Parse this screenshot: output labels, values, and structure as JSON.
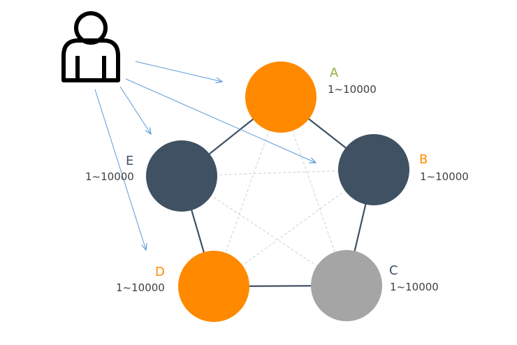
{
  "colors": {
    "orange": "#FF8A00",
    "slate": "#3F5163",
    "gray": "#A5A5A5",
    "green": "#8CB23A",
    "edge": "#3F5163",
    "dashed": "#CFCFCF",
    "arrow": "#5B9BD5"
  },
  "icon": "user-icon",
  "nodes": [
    {
      "id": "A",
      "range": "1~10000",
      "fill": "orange",
      "label_color": "green"
    },
    {
      "id": "B",
      "range": "1~10000",
      "fill": "slate",
      "label_color": "orange"
    },
    {
      "id": "C",
      "range": "1~10000",
      "fill": "gray",
      "label_color": "slate"
    },
    {
      "id": "D",
      "range": "1~10000",
      "fill": "orange",
      "label_color": "orange"
    },
    {
      "id": "E",
      "range": "1~10000",
      "fill": "slate",
      "label_color": "slate"
    }
  ],
  "ring_edges": [
    [
      "A",
      "B"
    ],
    [
      "B",
      "C"
    ],
    [
      "C",
      "D"
    ],
    [
      "D",
      "E"
    ],
    [
      "E",
      "A"
    ]
  ],
  "chord_edges": [
    [
      "A",
      "C"
    ],
    [
      "A",
      "D"
    ],
    [
      "B",
      "D"
    ],
    [
      "B",
      "E"
    ],
    [
      "C",
      "E"
    ]
  ],
  "client_arrows": [
    "A",
    "B",
    "E",
    "D"
  ]
}
